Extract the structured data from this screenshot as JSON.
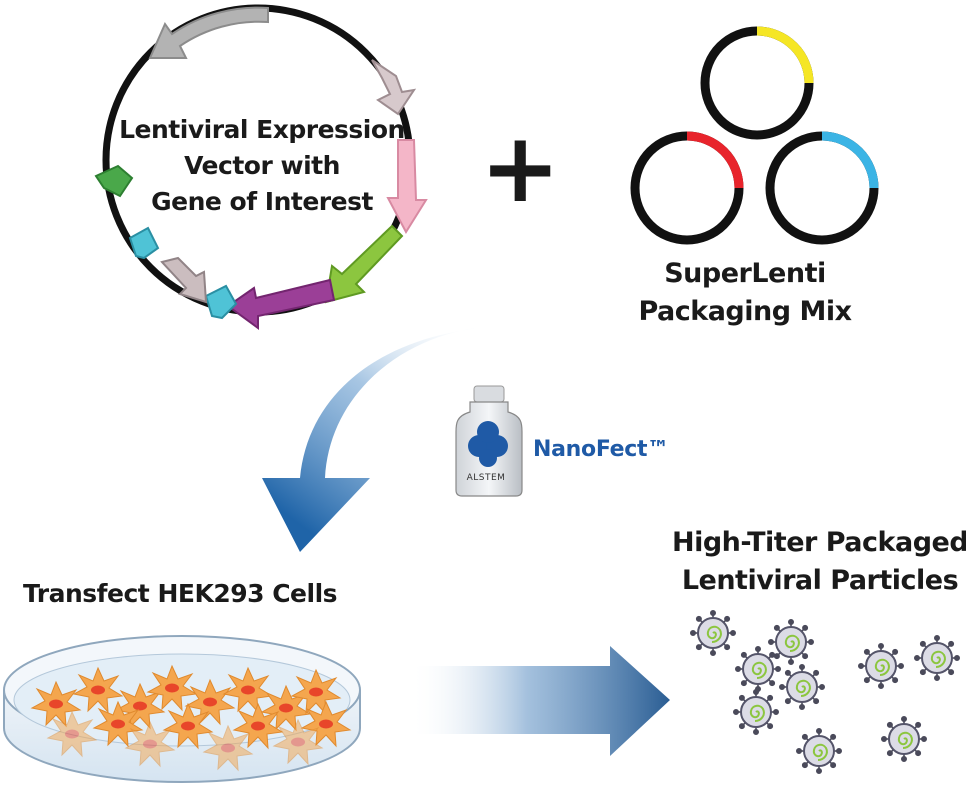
{
  "vector": {
    "label_line1": "Lentiviral Expression",
    "label_line2": "Vector with",
    "label_line3": "Gene of Interest"
  },
  "plus": "+",
  "packaging_mix": {
    "label_line1": "SuperLenti",
    "label_line2": "Packaging Mix",
    "plasmid_colors": [
      "#f5e625",
      "#e8242c",
      "#3bb4e5"
    ]
  },
  "reagent": {
    "name": "NanoFect™",
    "brand": "ALSTEM",
    "color": "#1f5aa6"
  },
  "step": {
    "label": "Transfect HEK293 Cells"
  },
  "result": {
    "label_line1": "High-Titer Packaged",
    "label_line2": "Lentiviral Particles"
  },
  "colors": {
    "arrow_blue": "#2f6aa6",
    "cell_orange": "#f2a24a",
    "nucleus": "#e8462a",
    "virus_green": "#9ccb3b"
  }
}
